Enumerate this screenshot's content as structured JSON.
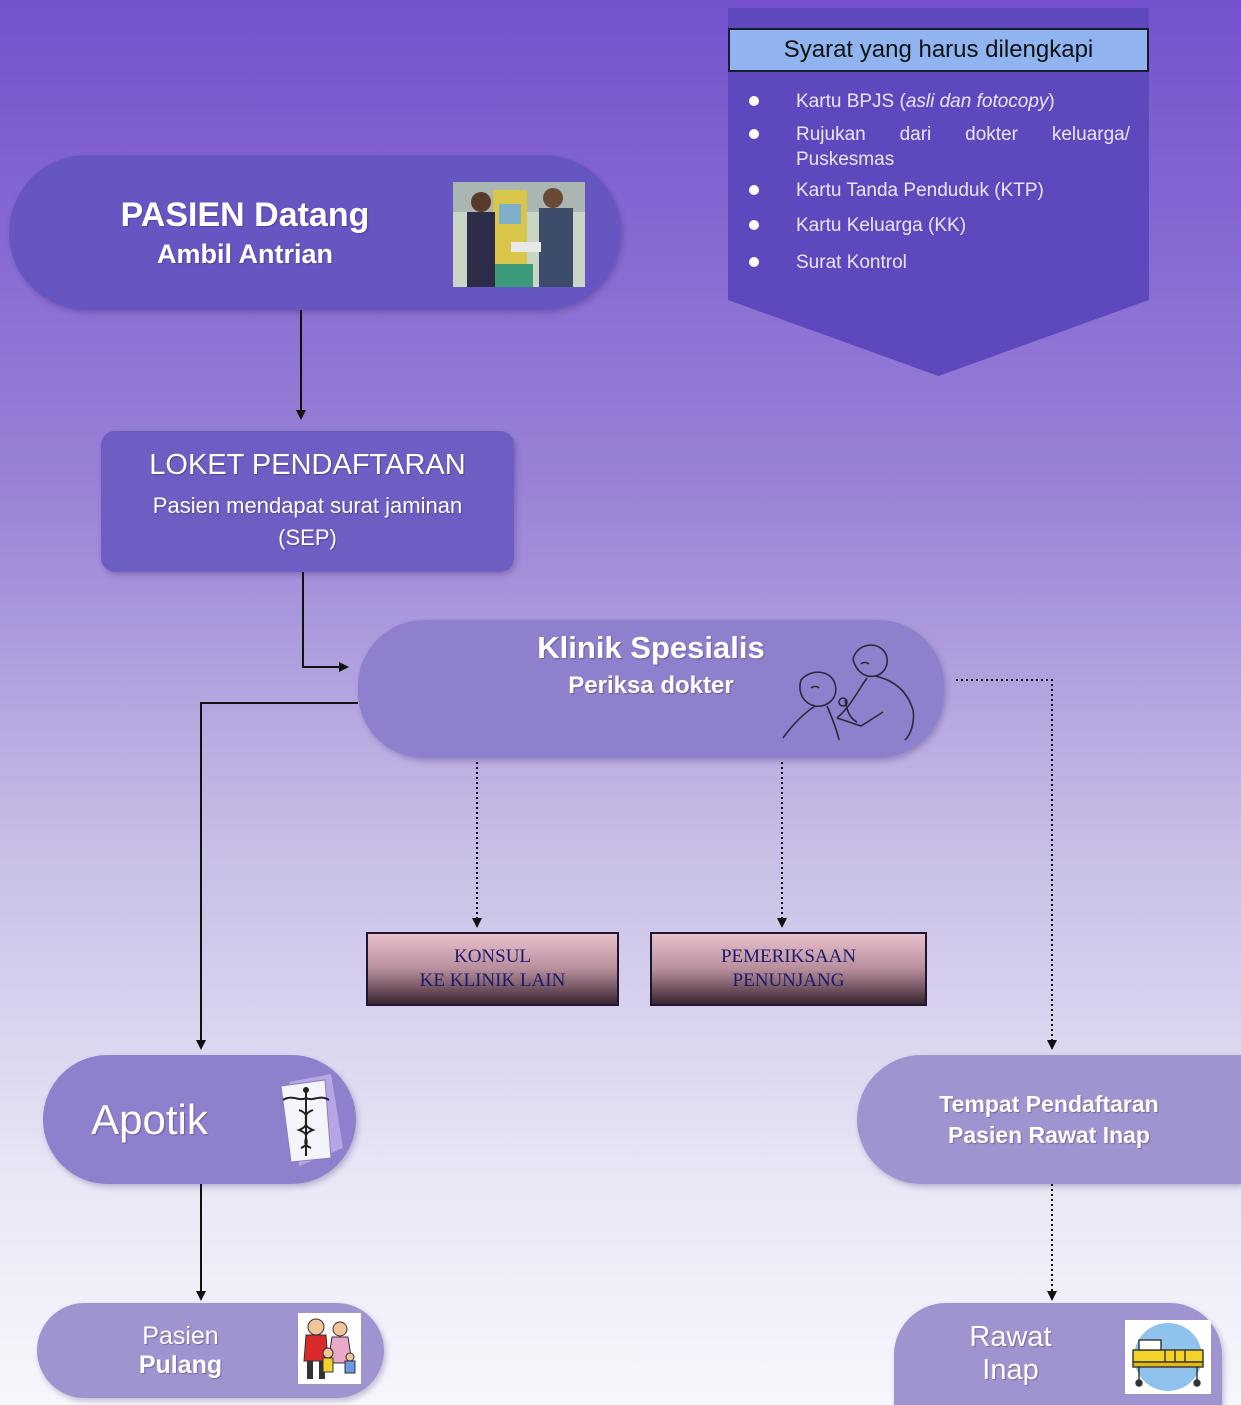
{
  "requirements": {
    "header": "Syarat yang harus dilengkapi",
    "items": [
      {
        "text": "Kartu BPJS (",
        "italic": "asli dan fotocopy",
        "suffix": ")"
      },
      {
        "line1": "Rujukan dari dokter keluarga/",
        "line2": "Puskesmas"
      },
      {
        "text": "Kartu Tanda Penduduk (KTP)"
      },
      {
        "text": "Kartu Keluarga (KK)"
      },
      {
        "text": "Surat Kontrol"
      }
    ]
  },
  "pasien_datang": {
    "title": "PASIEN Datang",
    "subtitle": "Ambil Antrian"
  },
  "loket": {
    "title": "LOKET PENDAFTARAN",
    "subtitle_line1": "Pasien mendapat surat jaminan",
    "subtitle_line2": "(SEP)"
  },
  "klinik": {
    "title": "Klinik Spesialis",
    "subtitle": "Periksa dokter"
  },
  "konsul": {
    "line1": "KONSUL",
    "line2": "KE KLINIK LAIN"
  },
  "pemeriksaan": {
    "line1": "PEMERIKSAAN",
    "line2": "PENUNJANG"
  },
  "apotik": {
    "title": "Apotik"
  },
  "tempat": {
    "line1": "Tempat Pendaftaran",
    "line2": "Pasien Rawat Inap"
  },
  "pulang": {
    "line1": "Pasien",
    "line2": "Pulang"
  },
  "rawat": {
    "line1": "Rawat",
    "line2": "Inap"
  },
  "colors": {
    "background_top": "#7552cf",
    "pill_dark": "#6656c2",
    "header_blue": "#8fb4ef"
  }
}
